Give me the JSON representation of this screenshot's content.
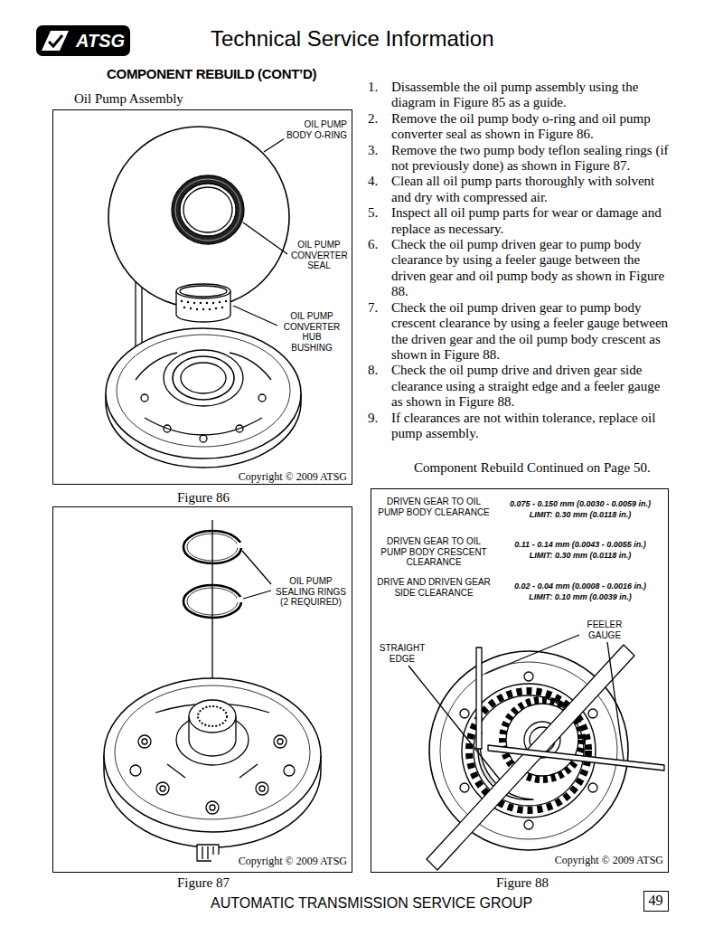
{
  "diagram": {
    "title": "Technical Service Information",
    "nodes": [
      {
        "text": [
          "ATSG"
        ]
      },
      {
        "text": [
          "OIL PUMP BODY O-RING",
          "OIL PUMP CONVERTER SEAL",
          "OIL PUMP CONVERTER HUB BUSHING",
          "Copyright © 2009 ATSG",
          "Figure 86"
        ]
      },
      {
        "text": [
          "OIL PUMP SEALING RINGS (2 REQUIRED)",
          "Copyright © 2009 ATSG",
          "Figure 87"
        ]
      },
      {
        "text": [
          "DRIVEN GEAR TO OIL PUMP BODY CLEARANCE",
          "0.075 - 0.150 mm (0.0030 - 0.0059 in.)",
          "LIMIT: 0.30 mm (0.0118 in.)",
          "DRIVEN GEAR TO OIL PUMP BODY CRESCENT CLEARANCE",
          "0.11 - 0.14 mm (0.0043 - 0.0055 in.)",
          "LIMIT: 0.30 mm (0.0118 in.)",
          "DRIVE AND DRIVEN GEAR SIDE CLEARANCE",
          "0.02 - 0.04 mm (0.0008 - 0.0016 in.)",
          "LIMIT: 0.10 mm (0.0039 in.)",
          "FEELER GAUGE",
          "STRAIGHT EDGE",
          "Copyright © 2009 ATSG",
          "Figure 88"
        ]
      },
      {
        "text": [
          "49"
        ]
      }
    ],
    "labels": [
      "COMPONENT REBUILD (CONT’D)",
      "Oil Pump Assembly",
      "1.",
      "Disassemble the oil pump assembly using the diagram in Figure 85 as a guide.",
      "2.",
      "Remove the oil pump body o-ring and oil pump converter seal as shown in Figure 86.",
      "3.",
      "Remove the two pump body teflon sealing rings (if not previously done) as shown in Figure 87.",
      "4.",
      "Clean all oil pump parts thoroughly with solvent and dry with compressed air.",
      "5.",
      "Inspect all oil pump parts for wear or damage and replace as necessary.",
      "6.",
      "Check the oil pump driven gear to pump body clearance by using a feeler gauge between the driven gear and oil pump body as shown in Figure 88.",
      "7.",
      "Check the oil pump driven gear to pump body crescent clearance by using a feeler gauge between the driven gear and the oil pump body crescent as shown in Figure 88.",
      "8.",
      "Check the oil pump drive and driven gear side clearance using a straight edge and a feeler gauge as shown in Figure 88.",
      "9.",
      "If clearances are not within tolerance, replace oil pump assembly.",
      "Component Rebuild Continued on Page 50.",
      "AUTOMATIC TRANSMISSION SERVICE GROUP"
    ]
  }
}
